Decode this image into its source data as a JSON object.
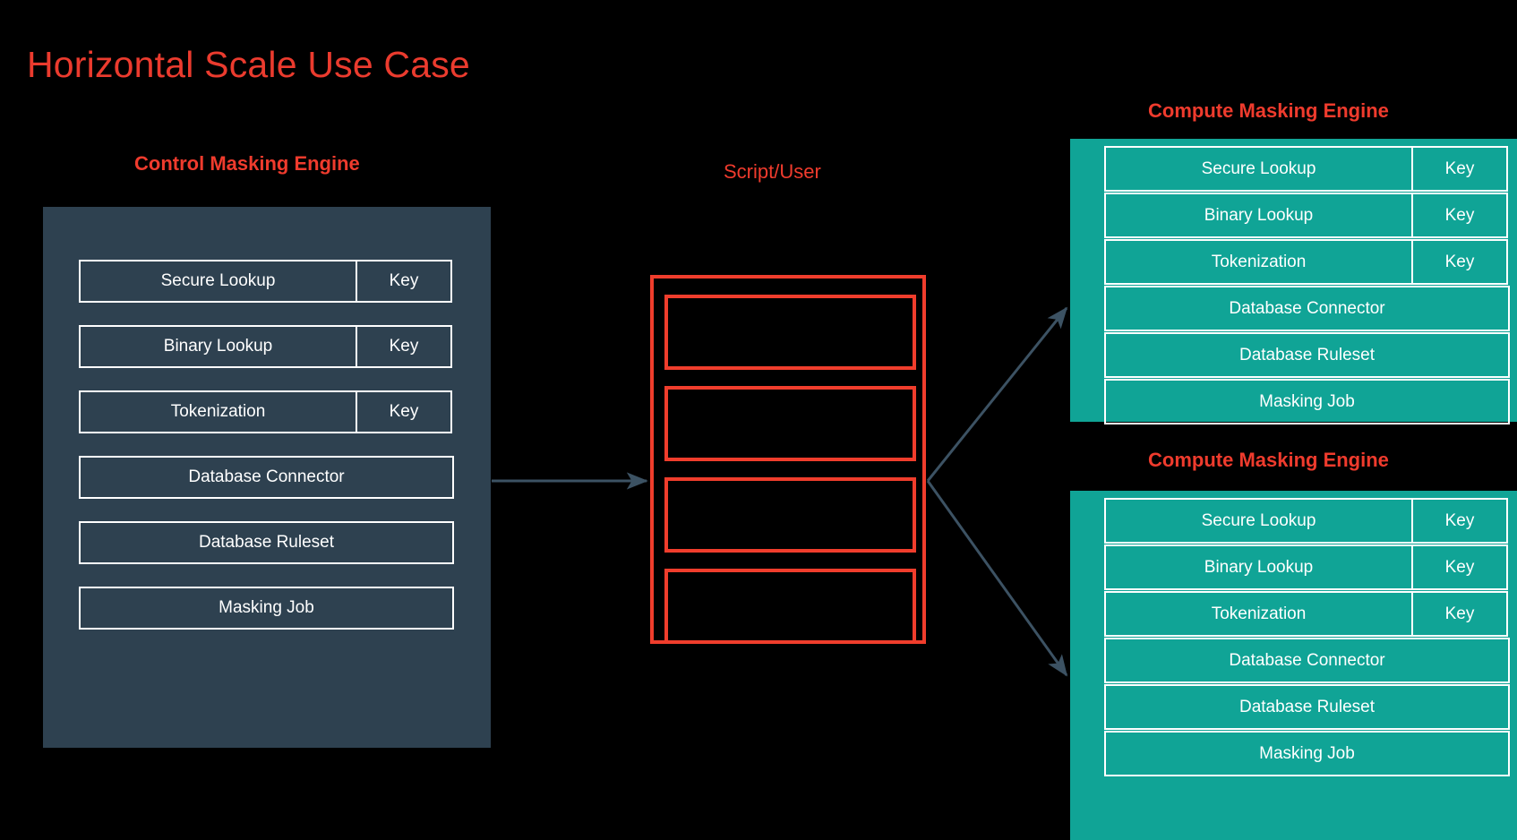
{
  "page": {
    "title": "Horizontal Scale Use Case",
    "background_color": "#000000"
  },
  "colors": {
    "accent_red": "#ef3b2d",
    "panel_dark": "#2e4150",
    "panel_teal": "#10a496",
    "arrow": "#3c5263",
    "box_border": "#ffffff",
    "script_border": "#f03d2c",
    "text": "#ffffff"
  },
  "control_engine": {
    "heading": "Control Masking Engine",
    "rows": [
      {
        "label": "Secure Lookup",
        "key": "Key",
        "has_key": true
      },
      {
        "label": "Binary Lookup",
        "key": "Key",
        "has_key": true
      },
      {
        "label": "Tokenization",
        "key": "Key",
        "has_key": true
      },
      {
        "label": "Database Connector",
        "has_key": false
      },
      {
        "label": "Database Ruleset",
        "has_key": false
      },
      {
        "label": "Masking Job",
        "has_key": false
      }
    ]
  },
  "script_user": {
    "heading": "Script/User",
    "boxes": [
      {
        "label": ""
      },
      {
        "label": ""
      },
      {
        "label": ""
      },
      {
        "label": ""
      }
    ]
  },
  "compute_engines": [
    {
      "heading": "Compute Masking Engine",
      "rows": [
        {
          "label": "Secure Lookup",
          "key": "Key",
          "has_key": true
        },
        {
          "label": "Binary Lookup",
          "key": "Key",
          "has_key": true
        },
        {
          "label": "Tokenization",
          "key": "Key",
          "has_key": true
        },
        {
          "label": "Database Connector",
          "has_key": false
        },
        {
          "label": "Database Ruleset",
          "has_key": false
        },
        {
          "label": "Masking Job",
          "has_key": false
        }
      ]
    },
    {
      "heading": "Compute Masking Engine",
      "rows": [
        {
          "label": "Secure Lookup",
          "key": "Key",
          "has_key": true
        },
        {
          "label": "Binary Lookup",
          "key": "Key",
          "has_key": true
        },
        {
          "label": "Tokenization",
          "key": "Key",
          "has_key": true
        },
        {
          "label": "Database Connector",
          "has_key": false
        },
        {
          "label": "Database Ruleset",
          "has_key": false
        },
        {
          "label": "Masking Job",
          "has_key": false
        }
      ]
    }
  ],
  "connectors": [
    {
      "name": "control-to-script",
      "from": "Control Masking Engine",
      "to": "Script/User"
    },
    {
      "name": "script-to-compute-top",
      "from": "Script/User",
      "to": "Compute Masking Engine (top)"
    },
    {
      "name": "script-to-compute-bottom",
      "from": "Script/User",
      "to": "Compute Masking Engine (bottom)"
    }
  ]
}
